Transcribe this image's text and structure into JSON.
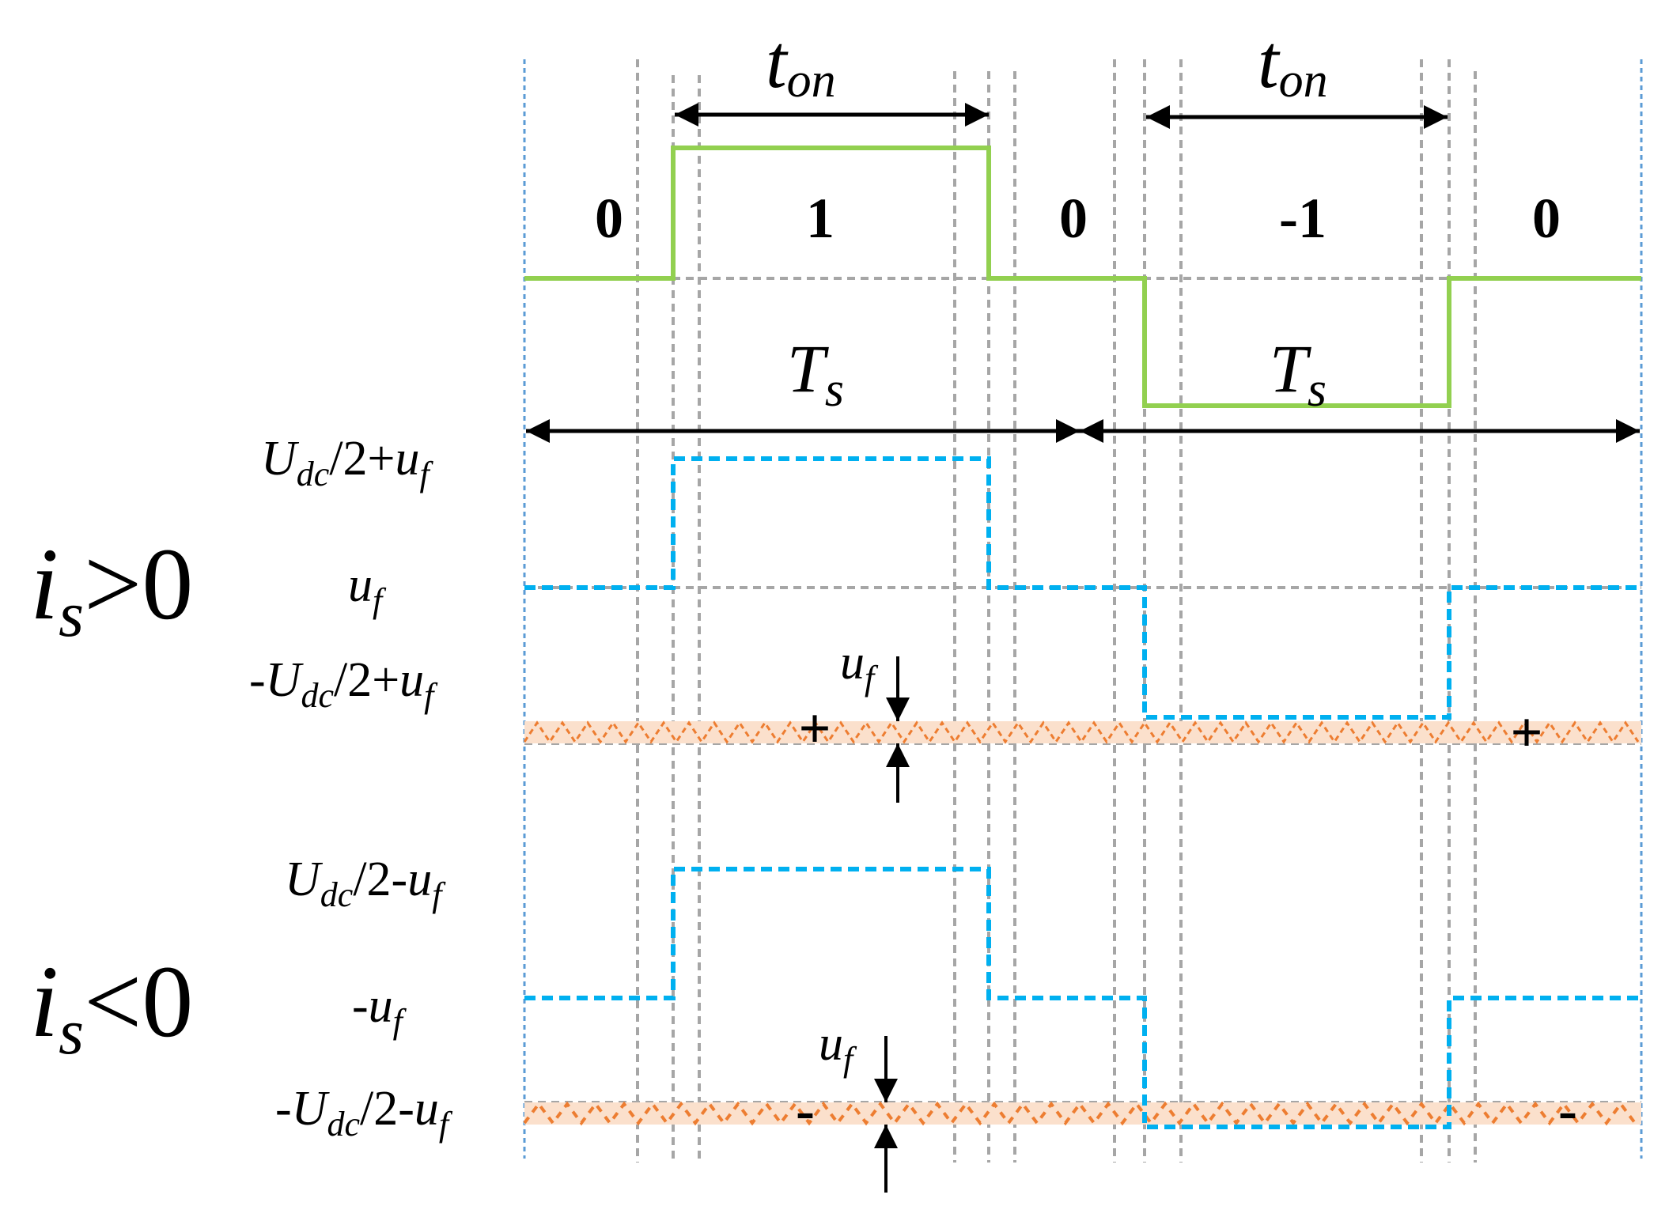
{
  "switching_states": {
    "state_a": "0",
    "state_b": "1",
    "state_c": "0",
    "state_d": "-1",
    "state_e": "0"
  },
  "durations": {
    "ton_main": "t",
    "ton_sub": "on",
    "ts_main": "T",
    "ts_sub": "s"
  },
  "conditions": {
    "is_main": "i",
    "is_sub": "s",
    "positive_rel": ">0",
    "negative_rel": "<0"
  },
  "level_labels": {
    "u_main": "u",
    "u_sub": "f",
    "U_main": "U",
    "U_sub": "dc",
    "half_plus": "/2+",
    "half_minus": "/2-",
    "minus": "-"
  },
  "error_signs": {
    "plus": "+",
    "minus": "-"
  },
  "colors": {
    "switching_signal": "#92d050",
    "output_voltage": "#00b0f0",
    "error_band_fill": "#fbe0cc",
    "error_band_zigzag": "#ed7d31",
    "boundary_lines": "#5b9bd5",
    "guide_lines": "#a6a6a6",
    "arrows": "#000000"
  }
}
